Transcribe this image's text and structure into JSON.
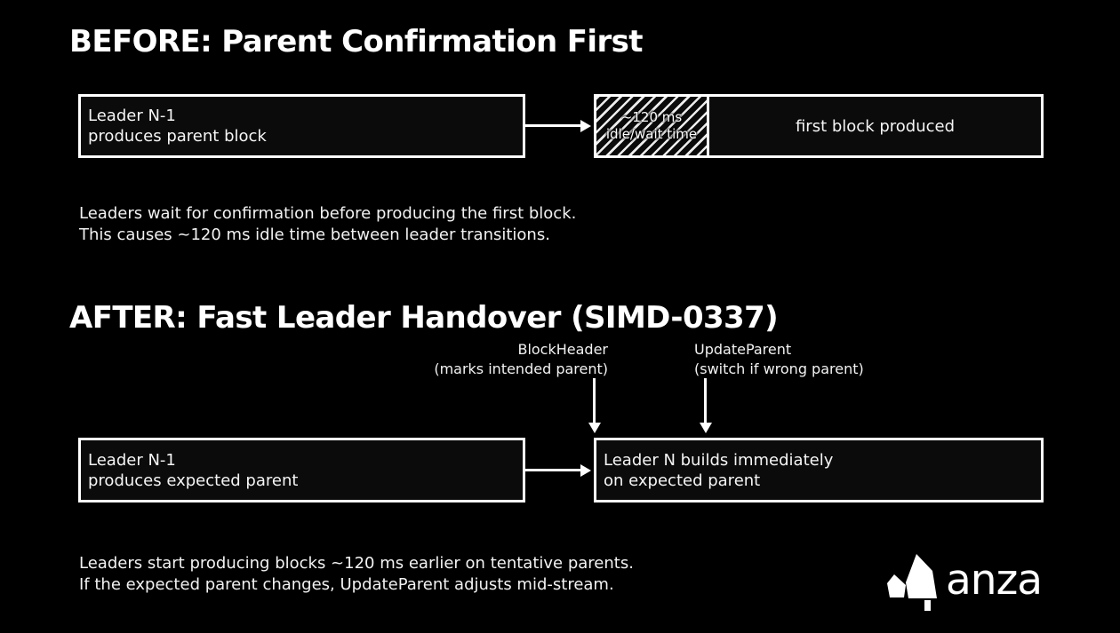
{
  "colors": {
    "background": "#000000",
    "box_fill": "#0b0b0b",
    "stroke": "#ffffff",
    "text": "#f2f2f2"
  },
  "before": {
    "title": "BEFORE: Parent Confirmation First",
    "leader_box": {
      "line1": "Leader N-1",
      "line2": "produces parent block"
    },
    "idle_box": {
      "line1": "~120 ms",
      "line2": "idle/wait time"
    },
    "produced_box": {
      "label": "first block produced"
    },
    "note": {
      "line1": "Leaders wait for confirmation before producing the first block.",
      "line2": "This causes ~120 ms idle time between leader transitions."
    }
  },
  "after": {
    "title": "AFTER: Fast Leader Handover (SIMD-0337)",
    "block_header_annotation": {
      "line1": "BlockHeader",
      "line2": "(marks intended parent)"
    },
    "update_parent_annotation": {
      "line1": "UpdateParent",
      "line2": "(switch if wrong parent)"
    },
    "leader_box": {
      "line1": "Leader N-1",
      "line2": "produces expected parent"
    },
    "builds_box": {
      "line1": "Leader N builds immediately",
      "line2": "on expected parent"
    },
    "note": {
      "line1": "Leaders start producing blocks ~120 ms earlier on tentative parents.",
      "line2": "If the expected parent changes, UpdateParent adjusts mid-stream."
    }
  },
  "logo": {
    "wordmark": "anza"
  }
}
